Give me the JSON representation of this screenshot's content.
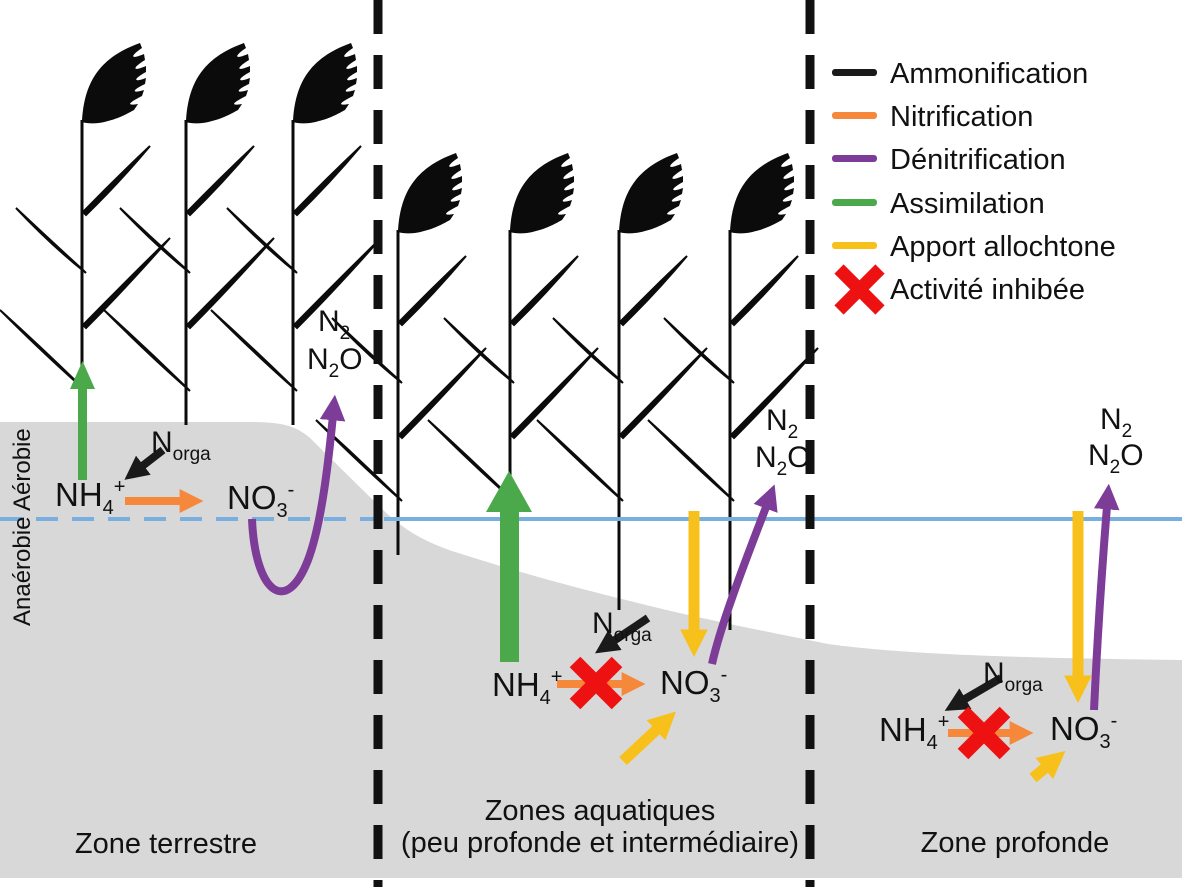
{
  "legend": {
    "items": [
      {
        "label": "Ammonification",
        "marker": "line",
        "color": "#1a1a1a"
      },
      {
        "label": "Nitrification",
        "marker": "line",
        "color": "#F6883C"
      },
      {
        "label": "Dénitrification",
        "marker": "line",
        "color": "#7D3C98"
      },
      {
        "label": "Assimilation",
        "marker": "line",
        "color": "#4BA94B"
      },
      {
        "label": "Apport allochtone",
        "marker": "line",
        "color": "#F8C01A"
      },
      {
        "label": "Activité inhibée",
        "marker": "x-cross",
        "color": "#EE1111"
      }
    ]
  },
  "side_labels": {
    "aerobie": "Aérobie",
    "anaerobie": "Anaérobie"
  },
  "zone_labels": {
    "terrestre": "Zone terrestre",
    "aquatique_line1": "Zones aquatiques",
    "aquatique_line2": "(peu profonde et intermédiaire)",
    "profonde": "Zone profonde"
  },
  "chem": {
    "norga_base": "N",
    "norga_sub": "orga",
    "nh4_base": "NH",
    "nh4_sub": "4",
    "nh4_sup": "+",
    "no3_base": "NO",
    "no3_sub": "3",
    "no3_sup": "-",
    "n2_base": "N",
    "n2_sub": "2",
    "n2o_base": "N",
    "n2o_sub": "2",
    "n2o_suffix": "O"
  },
  "zones_summary": [
    {
      "zone": "Zone terrestre",
      "nitrification_inhibited": false,
      "apport_allochtone": false
    },
    {
      "zone": "Zones aquatiques (peu profonde et intermédiaire)",
      "nitrification_inhibited": true,
      "apport_allochtone": true
    },
    {
      "zone": "Zone profonde",
      "nitrification_inhibited": true,
      "apport_allochtone": true
    }
  ],
  "colors": {
    "ammonification": "#1a1a1a",
    "nitrification": "#F6883C",
    "denitrification": "#7D3C98",
    "assimilation": "#4BA94B",
    "apport_allochtone": "#F8C01A",
    "inhibition": "#EE1111",
    "water_line": "#79AFDF",
    "terrain": "#D8D8D8",
    "divider": "#111111"
  }
}
